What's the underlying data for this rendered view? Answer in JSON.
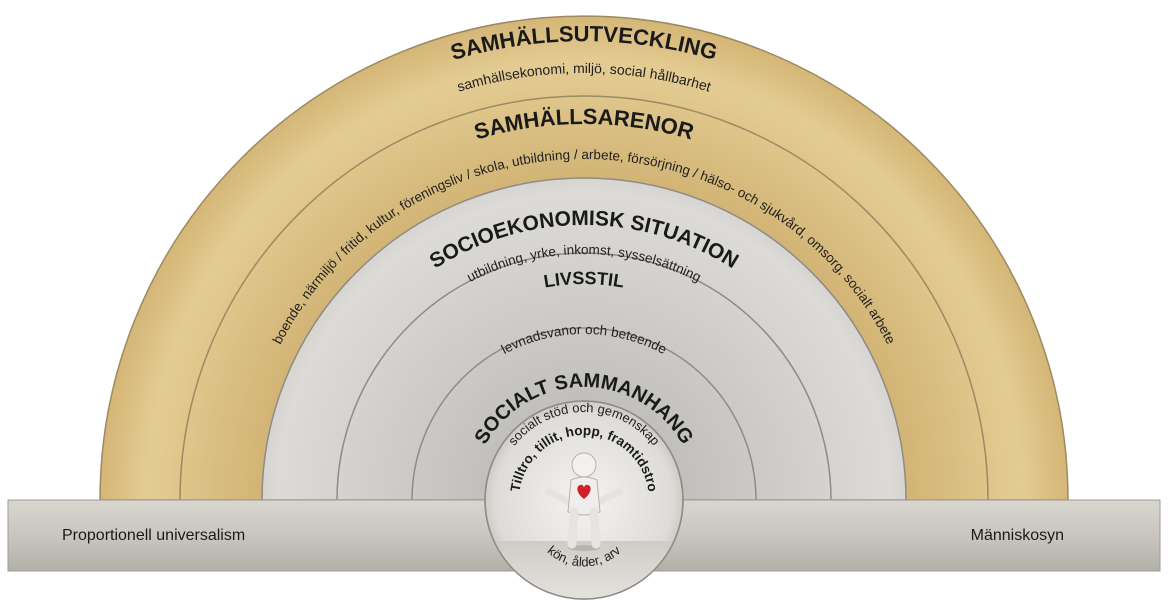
{
  "rings": [
    {
      "title": "SAMHÄLLSUTVECKLING",
      "subtitle": "samhällsekonomi, miljö, social hållbarhet"
    },
    {
      "title": "SAMHÄLLSARENOR",
      "subtitle": "boende, närmiljö / fritid, kultur, föreningsliv / skola, utbildning / arbete, försörjning / hälso- och sjukvård, omsorg, socialt arbete"
    },
    {
      "title": "SOCIOEKONOMISK SITUATION",
      "subtitle": "utbildning, yrke, inkomst, sysselsättning"
    },
    {
      "title": "LIVSSTIL",
      "subtitle": "levnadsvanor och beteende"
    },
    {
      "title": "SOCIALT SAMMANHANG",
      "subtitle": "socialt stöd och gemenskap"
    }
  ],
  "inner": {
    "label": "Tilltro, tillit, hopp, framtidstro"
  },
  "base": {
    "left_label": "Proportionell universalism",
    "right_label": "Människosyn",
    "center_label": "kön, ålder, arv"
  },
  "colors": {
    "outer_band": "#dcc282",
    "inner_band": "#d3d1cd",
    "ring_edge": "#8f8a80",
    "base_bar": "#cbc8c2",
    "heart": "#d0202a"
  },
  "icons": {
    "center_figure": "person-with-heart-icon"
  }
}
